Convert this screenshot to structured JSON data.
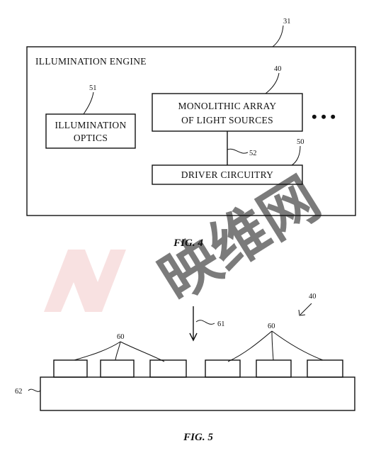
{
  "watermark": {
    "text": "映维网",
    "color": "#c9d6ea"
  },
  "figure4": {
    "caption": "FIG. 4",
    "engine": {
      "title": "ILLUMINATION ENGINE",
      "ref": "31"
    },
    "optics": {
      "line1": "ILLUMINATION",
      "line2": "OPTICS",
      "ref": "51"
    },
    "array": {
      "line1": "MONOLITHIC ARRAY",
      "line2": "OF LIGHT  SOURCES",
      "ref": "40"
    },
    "driver": {
      "label": "DRIVER CIRCUITRY",
      "ref": "50"
    },
    "connector": {
      "ref": "52"
    },
    "ellipsis": "• • •"
  },
  "figure5": {
    "caption": "FIG. 5",
    "assembly_ref": "40",
    "arrow_ref": "61",
    "substrate_ref": "62",
    "emitter_group_left_ref": "60",
    "emitter_group_right_ref": "60"
  }
}
